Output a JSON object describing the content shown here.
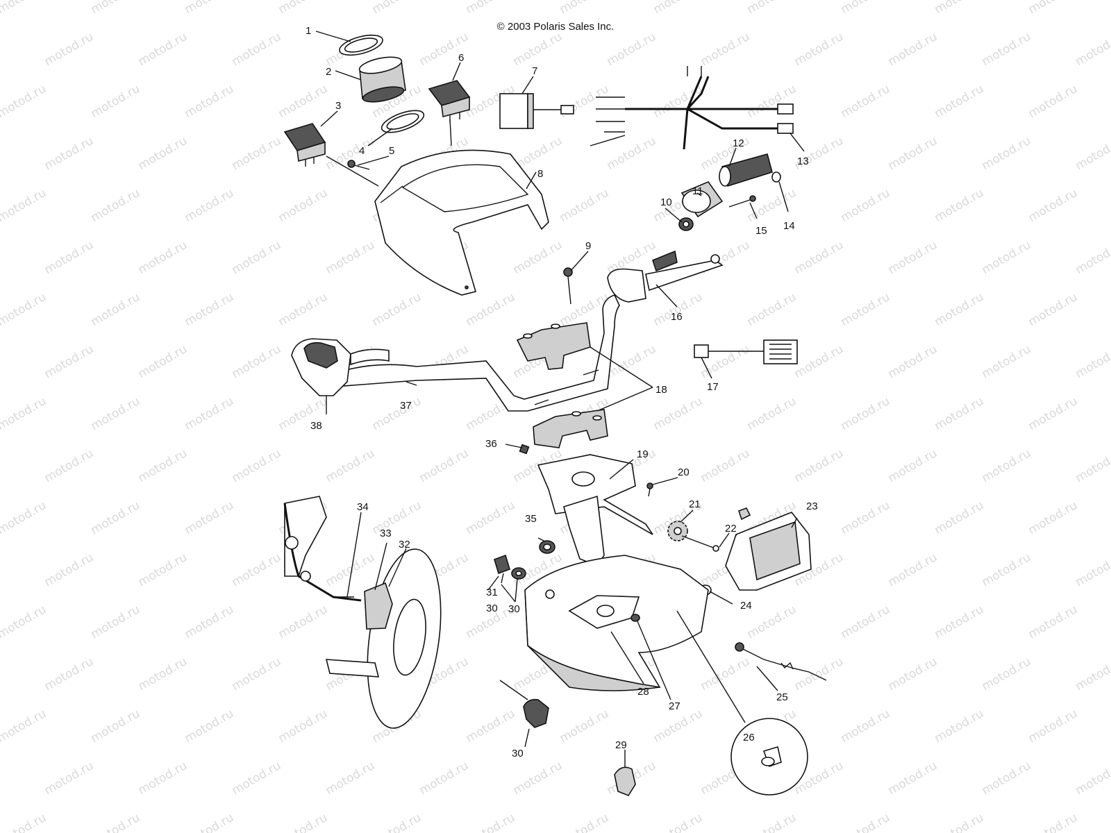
{
  "copyright": "© 2003 Polaris Sales Inc.",
  "watermark": "motod.ru",
  "callouts": [
    "1",
    "2",
    "3",
    "4",
    "5",
    "6",
    "7",
    "8",
    "9",
    "10",
    "11",
    "12",
    "13",
    "14",
    "15",
    "16",
    "17",
    "18",
    "19",
    "20",
    "21",
    "22",
    "23",
    "24",
    "25",
    "26",
    "27",
    "28",
    "29",
    "30",
    "31",
    "32",
    "33",
    "34",
    "35",
    "36",
    "37",
    "38"
  ],
  "icons": {
    "watermark_logo": "atv-logo-icon"
  },
  "colors": {
    "line": "#111111",
    "watermark": "#d9d9d9",
    "shade": "#cfcfcf"
  }
}
